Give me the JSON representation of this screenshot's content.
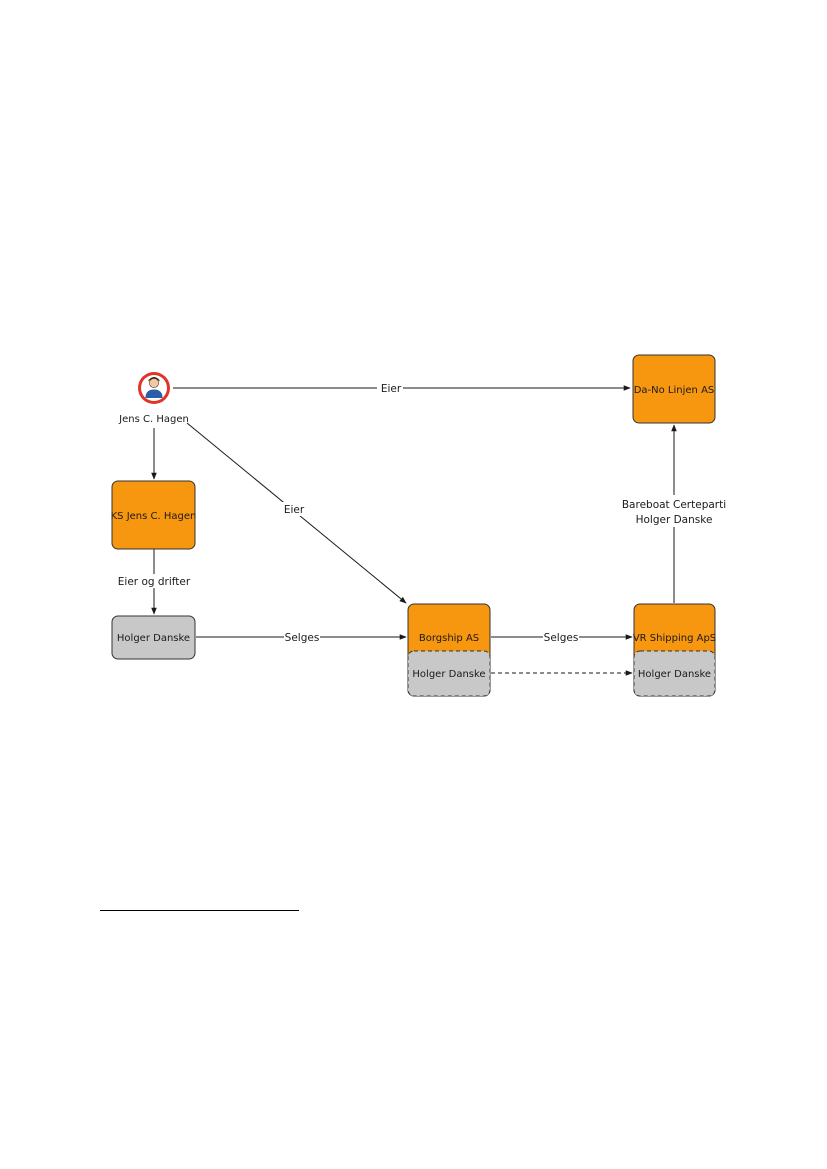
{
  "nodes": {
    "person": {
      "label": "Jens C. Hagen",
      "icon": "person-icon"
    },
    "ks": {
      "label": "KS Jens C. Hagen"
    },
    "holger": {
      "label": "Holger Danske"
    },
    "borgship": {
      "label": "Borgship AS"
    },
    "borgship_vessel": {
      "label": "Holger Danske"
    },
    "vr": {
      "label": "VR Shipping ApS"
    },
    "vr_vessel": {
      "label": "Holger Danske"
    },
    "dano": {
      "label": "Da-No Linjen AS"
    }
  },
  "edges": {
    "person_dano": {
      "label": "Eier"
    },
    "person_borgship": {
      "label": "Eier"
    },
    "ks_holger": {
      "label": "Eier og drifter"
    },
    "holger_borgship": {
      "label": "Selges"
    },
    "borgship_vr": {
      "label": "Selges"
    },
    "vr_dano": {
      "line1": "Bareboat Certeparti",
      "line2": "Holger Danske"
    }
  },
  "colors": {
    "company": "#f7960f",
    "vessel": "#c8c8c8",
    "line": "#1a1a1a",
    "icon_ring": "#e0342b"
  }
}
